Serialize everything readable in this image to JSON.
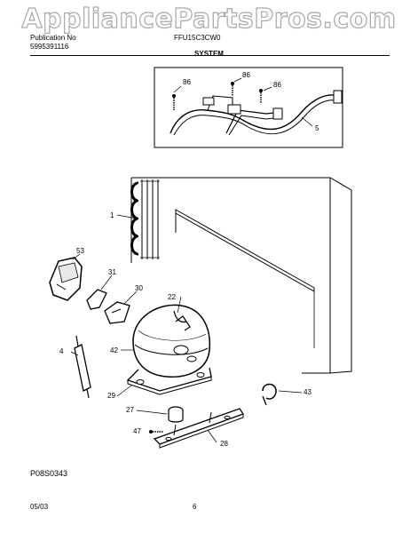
{
  "watermark": "AppliancePartsPros.com",
  "header": {
    "publication_label": "Publication No",
    "publication_number": "5995391116",
    "model": "FFU15C3CW0",
    "section": "SYSTEM"
  },
  "callouts": {
    "c86a": "86",
    "c86b": "86",
    "c86c": "86",
    "c5": "5",
    "c1": "1",
    "c53": "53",
    "c31": "31",
    "c30": "30",
    "c22": "22",
    "c4": "4",
    "c42": "42",
    "c29": "29",
    "c43": "43",
    "c27": "27",
    "c47": "47",
    "c28": "28"
  },
  "footer": {
    "figure_code": "P08S0343",
    "date": "05/03",
    "page": "6"
  }
}
